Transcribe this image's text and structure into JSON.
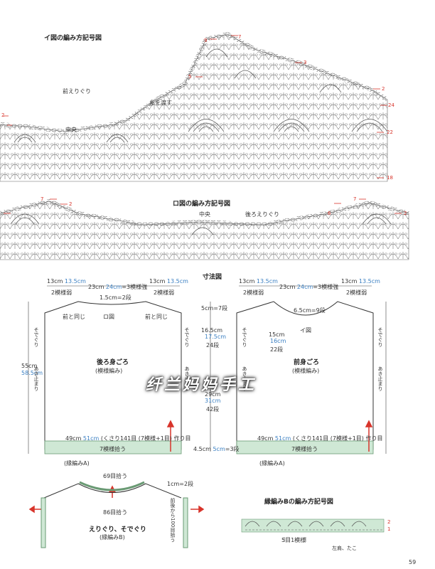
{
  "chartA": {
    "title": "イ図の編み方記号図",
    "front_neck": "前えりぐり",
    "yarn": "糸を渡す",
    "center": "中央",
    "row_labels": [
      "9",
      "7",
      "5",
      "3",
      "2",
      "2",
      "24",
      "22",
      "18"
    ]
  },
  "chartB": {
    "title": "ロ図の編み方記号図",
    "center": "中央",
    "back_neck": "後ろえりぐり",
    "row_labels": [
      "7",
      "2",
      "6",
      "7",
      "2"
    ]
  },
  "size_title": "寸法図",
  "back": {
    "w_left": "13cm",
    "w_left_blue": "13.5cm",
    "w_left_units": "2模様弱",
    "w_mid": "23cm",
    "w_mid_blue": "24cm",
    "w_mid_units": "=3模様強",
    "w_right": "13cm",
    "w_right_blue": "13.5cm",
    "w_right_units": "2模様弱",
    "neck_depth": "1.5cm=2段",
    "label_same_front": "前と同じ",
    "label_ro": "ロ図",
    "title": "後ろ身ごろ",
    "subtitle": "(模様編み)",
    "height": "55cm",
    "height_blue": "58.5cm",
    "armhole": "そでぐり",
    "slit": "あき止まり",
    "bottom_cm": "49cm",
    "bottom_blue": "51cm",
    "bottom_note": "(くさり141目 (7模様+1目) 作り目",
    "pickup": "7模様拾う",
    "border": "(縁編みA)"
  },
  "middle": {
    "top": "5cm=7段",
    "upper": "16.5cm",
    "upper_blue": "17.5cm",
    "upper_rows": "24段",
    "lower": "29cm",
    "lower_blue": "31cm",
    "lower_rows": "42段",
    "bottom": "4.5cm",
    "bottom_blue": "5cm",
    "bottom_rows": "=3段"
  },
  "front": {
    "w_left": "13cm",
    "w_left_blue": "13.5cm",
    "w_left_units": "2模様弱",
    "w_mid": "23cm",
    "w_mid_blue": "24cm",
    "w_mid_units": "=3模様強",
    "w_right": "13cm",
    "w_right_blue": "13.5cm",
    "w_right_units": "2模様弱",
    "neck_depth": "6.5cm=9段",
    "label_i": "イ図",
    "center_cm": "15cm",
    "center_blue": "16cm",
    "center_rows": "22段",
    "title": "前身ごろ",
    "subtitle": "(模様編み)",
    "armhole": "そでぐり",
    "slit": "あき止まり",
    "bottom_cm": "49cm",
    "bottom_blue": "51cm",
    "bottom_note": "(くさり141目 (7模様+1目) 作り目",
    "pickup": "7模様拾う",
    "border": "(縁編みA)"
  },
  "neckband": {
    "top": "69目拾う",
    "mid": "86目拾う",
    "right": "1cm=2段",
    "side": "前後から100目拾う",
    "label1": "えりぐり、そでぐり",
    "label2": "(縁編みB)"
  },
  "edgeB": {
    "title": "縁編みBの編み方記号図",
    "rows": [
      "2",
      "1"
    ],
    "note": "5目1模様",
    "note2": "左肩、たこ"
  },
  "watermark": "纤兰妈妈手工",
  "page_number": "59"
}
